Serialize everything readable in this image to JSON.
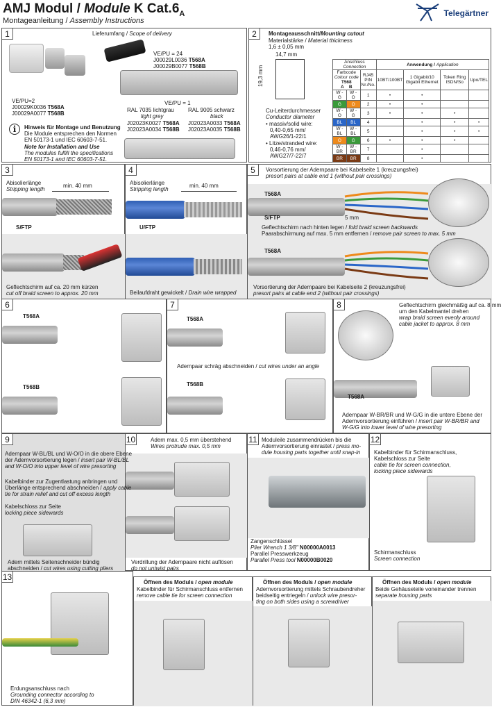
{
  "header": {
    "title_a": "AMJ Modul / ",
    "title_b": "Module",
    "title_c": " K Cat.6",
    "title_sub": "A",
    "subtitle_a": "Montageanleitung / ",
    "subtitle_b": "Assembly Instructions",
    "brand": "Telegärtner"
  },
  "p1": {
    "num": "1",
    "scope": "Lieferumfang / ",
    "scope_en": "Scope of delivery",
    "vepu24": "VE/PU = 24",
    "c1": "J00029L0036 ",
    "c1b": "T568A",
    "c2": "J00029B0077 ",
    "c2b": "T568B",
    "vepu2": "VE/PU=2",
    "c3": "J00029K0036 ",
    "c3b": "T568A",
    "c4": "J00029A0077 ",
    "c4b": "T568B",
    "vepu1": "VE/PU = 1",
    "ral1": "RAL 7035 lichtgrau",
    "ral1e": "light grey",
    "ral2": "RAL 9005 schwarz",
    "ral2e": "black",
    "c5": "J02023K0027 ",
    "c5b": "T568A",
    "c6": "J02023A0033 ",
    "c6b": "T568A",
    "c7": "J02023A0034 ",
    "c7b": "T568B",
    "c8": "J02023A0035 ",
    "c8b": "T568B",
    "note1": "Hinweis für Montage und Benutzung",
    "note2": "Die Module entsprechen den Normen",
    "note3": "EN 50173-1 und IEC 60603-7-51.",
    "note4": "Note for Installation and Use",
    "note5": "The modules fulfill the specifications",
    "note6": "EN 50173-1 and IEC 60603-7-51."
  },
  "p2": {
    "num": "2",
    "head": "Montageausschnitt/",
    "head_en": "Mounting cutout",
    "thick": "Materialstärke / ",
    "thick_en": "Material thickness",
    "thick_v": "1,6 ± 0,05 mm",
    "w": "14,7",
    "h": "19,3",
    "cu1": "Cu-Leiterdurchmesser",
    "cu2": "Conductor diameter",
    "s1": "• massiv/solid wire:",
    "s2": "0,40-0,65 mm/",
    "s3": "AWG26/1-22/1",
    "s4": "• Litze/stranded wire:",
    "s5": "0,46-0,76 mm/",
    "s6": "AWG27/7-22/7",
    "tbl": {
      "conn": "Anschluss",
      "conn_en": "Connection",
      "appl": "Anwendung / ",
      "appl_en": "Application",
      "fc": "Farbcode",
      "fc_en": "Colour code",
      "t568": "T568",
      "rj": "RJ45",
      "pin": "PIN",
      "nr": "Nr./No.",
      "A": "A",
      "B": "B",
      "h1": "10BT/100BT",
      "h2": "1 Gigabit/10 Gigabit Ethernet",
      "h3": "Token Ring ISDN/So",
      "h4": "Upo/TEL"
    },
    "rows": [
      [
        "W - G",
        "W - O",
        "1",
        "•",
        "•",
        "",
        ""
      ],
      [
        "G",
        "O",
        "2",
        "•",
        "•",
        "",
        ""
      ],
      [
        "W - O",
        "W - G",
        "3",
        "•",
        "•",
        "•",
        ""
      ],
      [
        "BL",
        "BL",
        "4",
        "",
        "•",
        "•",
        "•"
      ],
      [
        "W - BL",
        "W - BL",
        "5",
        "",
        "•",
        "•",
        "•"
      ],
      [
        "O",
        "G",
        "6",
        "•",
        "•",
        "•",
        ""
      ],
      [
        "W - BR",
        "W - BR",
        "7",
        "",
        "•",
        "",
        ""
      ],
      [
        "BR",
        "BR",
        "8",
        "",
        "•",
        "",
        ""
      ]
    ]
  },
  "p3": {
    "num": "3",
    "strip": "Abisolierlänge",
    "strip_en": "Stripping length",
    "min": "min. 40 mm",
    "type": "S/FTP",
    "cut1": "Geflechtschirm auf ca. 20 mm kürzen",
    "cut2": "cut off braid screen to approx. 20 mm"
  },
  "p4": {
    "num": "4",
    "strip": "Abisolierlänge",
    "strip_en": "Stripping length",
    "min": "min. 40 mm",
    "type": "U/FTP",
    "drain": "Beilaufdraht gewickelt / ",
    "drain_en": "Drain wire wrapped"
  },
  "p5": {
    "num": "5",
    "l1": "Vorsortierung der Adernpaare bei Kabelseite 1 (kreuzungsfrei)",
    "l1e": "presort pairs at cable end 1 (without pair crossings)",
    "a": "T568A",
    "type": "S/FTP",
    "mm": "5 mm",
    "l2": "Geflechtschirm nach hinten legen / ",
    "l2e": "fold braid screen backwards",
    "l3": "Paarabschirmung auf max. 5 mm entfernen / ",
    "l3e": "remove pair screen to max. 5 mm",
    "a2": "T568A",
    "l4": "Vorsortierung der Adernpaare bei Kabelseite 2 (kreuzungsfrei)",
    "l4e": "presort pairs at cable end 2 (without pair crossings)"
  },
  "p6": {
    "num": "6",
    "a": "T568A",
    "b": "T568B"
  },
  "p7": {
    "num": "7",
    "a": "T568A",
    "b": "T568B",
    "cut": "Adernpaar schräg abschneiden / ",
    "cut_en": "cut wires under an angle"
  },
  "p8": {
    "num": "8",
    "l1": "Geflechtschirm gleichmäßig auf ca. 8 mm",
    "l2": "um den Kabelmantel drehen",
    "l3": "wrap braid screen evenly around",
    "l4": "cable jacket to approx. 8 mm",
    "a": "T568A",
    "l5": "Adernpaar W-BR/BR und W-G/G in die untere Ebene der",
    "l6": "Adernvorsortierung einführen / ",
    "l6e": "insert pair W-BR/BR and",
    "l7": "W-G/G into lower level of wire presorting"
  },
  "p9": {
    "num": "9",
    "l1": "Adernpaar W-BL/BL und W-O/O in die obere Ebene",
    "l2": "der Adernvorsortierung legen / ",
    "l2e": "insert pair W-BL/BL",
    "l3": "and W-O/O into upper level of wire presorting",
    "l4": "Kabelbinder zur Zugentlastung anbringen und",
    "l5": "Überlänge entsprechend abschneiden / ",
    "l5e": "apply cable",
    "l6": "tie for strain relief and cut off excess length",
    "l7": "Kabelschloss zur Seite",
    "l8": "locking piece sidewards",
    "l9": "Adern mittels Seitenschneider bündig",
    "l10": "abschneiden / ",
    "l10e": "cut wires using cutting pliers"
  },
  "p10": {
    "num": "10",
    "l1": "Adern max. 0,5 mm überstehend",
    "l2": "Wires protrude max. 0,5 mm",
    "l3": "Verdrillung der Adernpaare nicht auflösen",
    "l4": "do not untwist pairs"
  },
  "p11": {
    "num": "11",
    "l1": "Moduleile zusammendrücken bis die",
    "l2": "Adernvorsortierung einrastet / ",
    "l2e": "press mo-",
    "l3": "dule housing parts together until snap-in",
    "l4": "Zangenschlüssel",
    "l5": "Plier Wrench 1 3/8\" ",
    "l5b": "N00000A0013",
    "l6": "Parallel Presswerkzeug",
    "l7": "Parallel Press tool ",
    "l7b": "N00000B0020"
  },
  "p12": {
    "num": "12",
    "l1": "Kabelbinder für Schirmanschluss,",
    "l2": "Kabelschloss zur Seite",
    "l3": "cable tie for screen connection,",
    "l4": "locking piece sidewards",
    "l5": "Schirmanschluss",
    "l6": "Screen connection"
  },
  "p13": {
    "num": "13",
    "l1": "Erdungsanschluss nach",
    "l2": "Grounding connector according to",
    "l3": "DIN 46342-1 (6,3 mm)"
  },
  "open": [
    {
      "h": "Öffnen des Moduls / ",
      "he": "open module",
      "l1": "Kabelbinder für Schirmanschluss entfernen",
      "l2": "remove cable tie for screen connection"
    },
    {
      "h": "Öffnen des Moduls / ",
      "he": "open module",
      "l1": "Adernvorsortierung mittels Schraubendreher",
      "l2": "beidseitig entriegeln / ",
      "l2e": "unlock wire presor-",
      "l3": "ting on both sides using a screwdriver"
    },
    {
      "h": "Öffnen des Moduls / ",
      "he": "open module",
      "l1": "Beide Gehäuseteile voneinander trennen",
      "l2": "separate housing parts"
    }
  ],
  "colors": {
    "W - G": "#fff",
    "G": "#3a9a3a",
    "W - O": "#fff",
    "O": "#ee8a1c",
    "BL": "#2a66c8",
    "W - BL": "#fff",
    "W - BR": "#fff",
    "BR": "#7a3a14"
  }
}
